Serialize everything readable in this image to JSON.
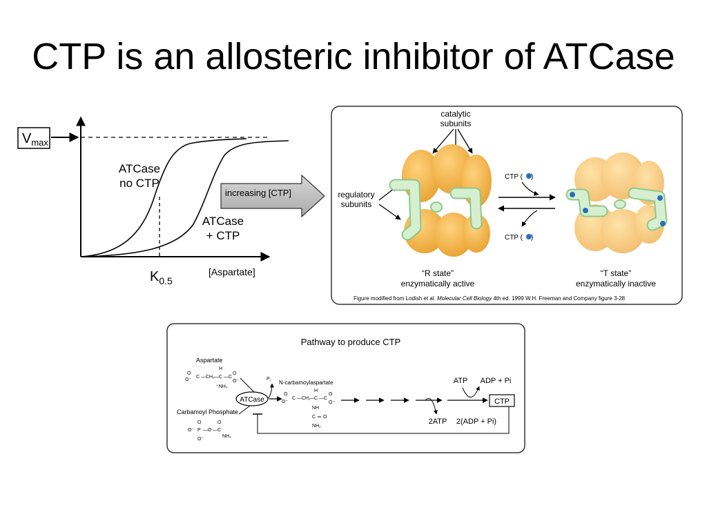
{
  "slide": {
    "title": "CTP is an allosteric inhibitor of ATCase"
  },
  "kinetics_plot": {
    "vmax_label": "V",
    "vmax_subscript": "max",
    "curve_no_ctp_line1": "ATCase",
    "curve_no_ctp_line2": "no CTP",
    "curve_ctp_line1": "ATCase",
    "curve_ctp_line2": "+ CTP",
    "k_label": "K",
    "k_subscript": "0.5",
    "x_axis_label": "[Aspartate]",
    "arrow_label": "increasing [CTP]"
  },
  "structure_panel": {
    "catalytic_line1": "catalytic",
    "catalytic_line2": "subunits",
    "regulatory_line1": "regulatory",
    "regulatory_line2": "subunits",
    "ctp_forward": "CTP (",
    "ctp_reverse": "CTP (",
    "paren_close": ")",
    "r_state_name": "“R state”",
    "r_state_desc": "enzymatically active",
    "t_state_name": "“T state”",
    "t_state_desc": "enzymatically inactive",
    "caption_pre": "Figure modified from Lodish et al. ",
    "caption_book": "Molecular Cell Biology",
    "caption_post": " 4th ed. 1999 W.H. Freeman and Company figure 3-28",
    "colors": {
      "catalytic": "#f5b94a",
      "regulatory": "#d6efd0",
      "ctp_dot": "#2a6fbf"
    }
  },
  "pathway_panel": {
    "title": "Pathway to produce CTP",
    "aspartate": "Aspartate",
    "carbamoyl_phosphate": "Carbamoyl Phosphate",
    "enzyme": "ATCase",
    "pi": "P",
    "pi_sub": "i",
    "product": "N-carbamoylaspartate",
    "atp": "ATP",
    "adp_pi": "ADP + Pi",
    "two_atp": "2ATP",
    "two_adp_pi": "2(ADP + Pi)",
    "end_product": "CTP",
    "chem": {
      "O": "O",
      "C": "C",
      "H": "H",
      "N": "N",
      "P": "P",
      "O_minus": "O⁻",
      "CH2": "CH₂",
      "NH3": "⁺NH₃",
      "NH": "NH",
      "NH2": "NH₂",
      "eq": "═",
      "dash": "—"
    }
  }
}
